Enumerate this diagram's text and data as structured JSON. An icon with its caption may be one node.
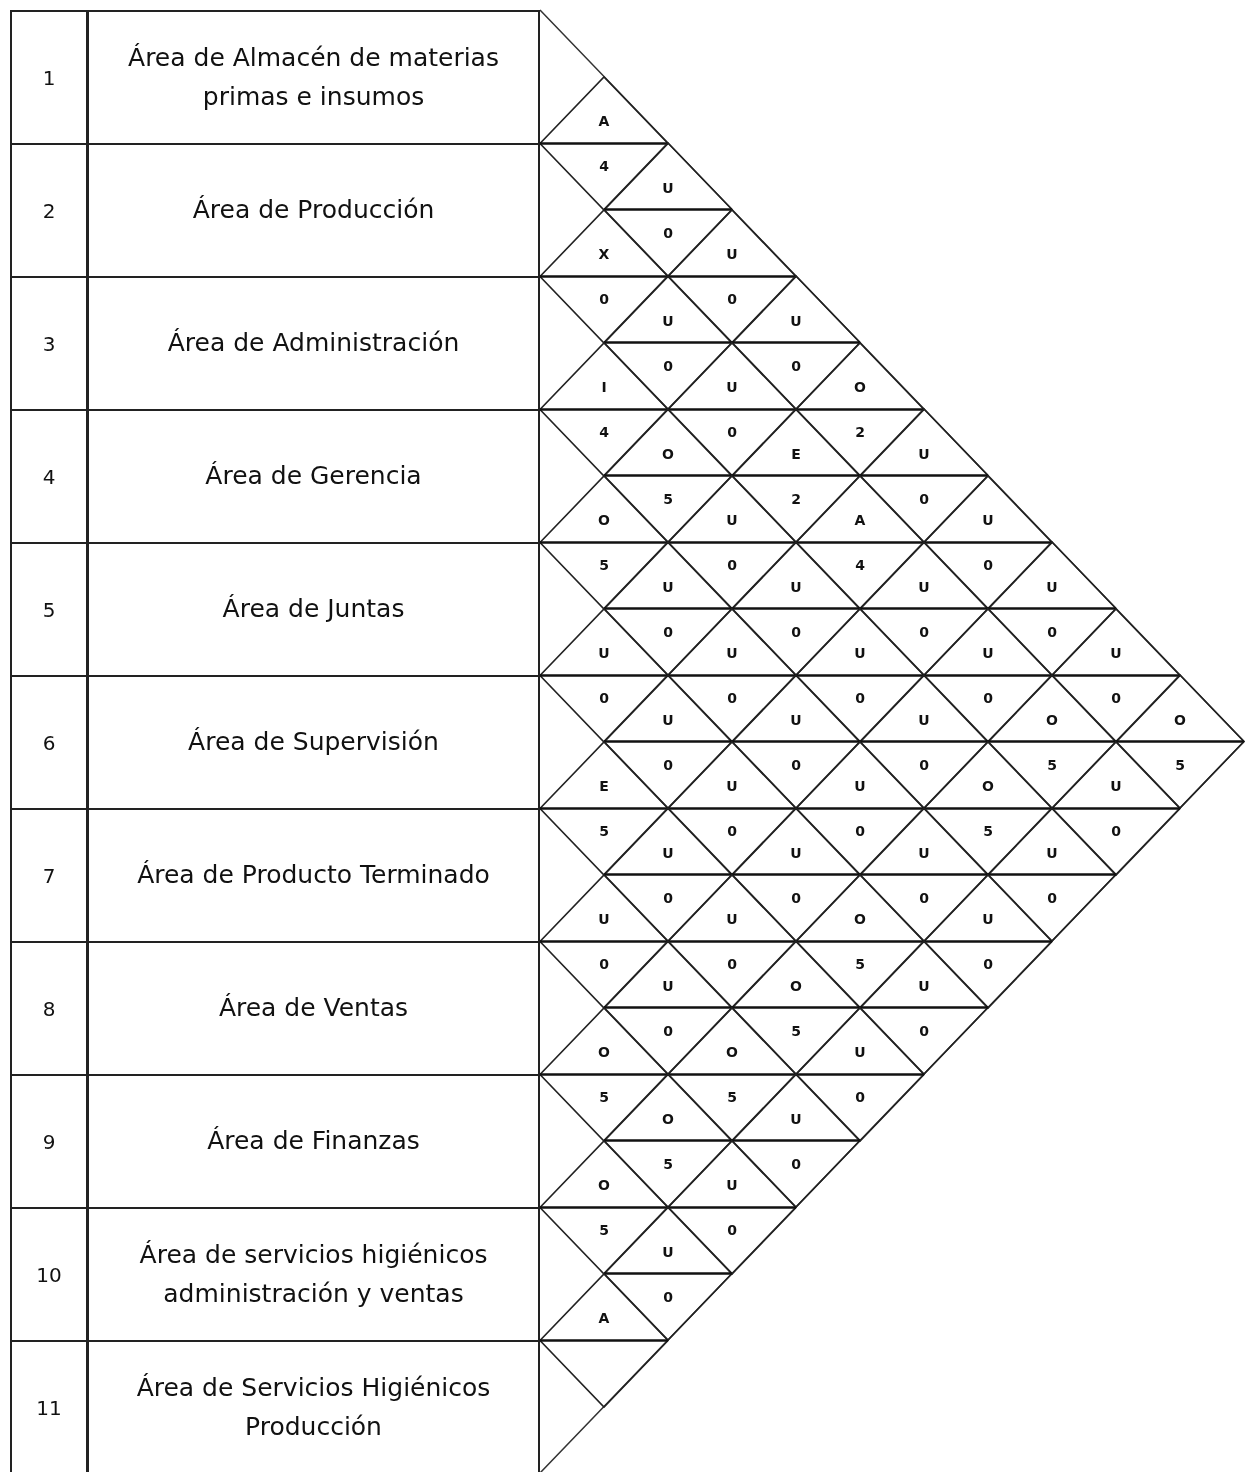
{
  "diagram": {
    "nodes": [
      {
        "text": [
          "1",
          "Área de Almacén de materias primas e insumos"
        ]
      },
      {
        "text": [
          "2",
          "Área de Producción"
        ]
      },
      {
        "text": [
          "3",
          "Área de Administración"
        ]
      },
      {
        "text": [
          "4",
          "Área de Gerencia"
        ]
      },
      {
        "text": [
          "5",
          "Área de Juntas"
        ]
      },
      {
        "text": [
          "6",
          "Área de Supervisión"
        ]
      },
      {
        "text": [
          "7",
          "Área de Producto Terminado"
        ]
      },
      {
        "text": [
          "8",
          "Área de Ventas"
        ]
      },
      {
        "text": [
          "9",
          "Área de Finanzas"
        ]
      },
      {
        "text": [
          "10",
          "Área de servicios higiénicos administración y ventas"
        ]
      },
      {
        "text": [
          "11",
          "Área de Servicios Higiénicos Producción"
        ]
      },
      {
        "text": [
          "A",
          "4"
        ]
      },
      {
        "text": [
          "U",
          "0"
        ]
      },
      {
        "text": [
          "X",
          "0"
        ]
      },
      {
        "text": [
          "U",
          "0"
        ]
      },
      {
        "text": [
          "U",
          "0"
        ]
      },
      {
        "text": [
          "U",
          "0"
        ]
      },
      {
        "text": [
          "I",
          "4"
        ]
      },
      {
        "text": [
          "U",
          "0"
        ]
      },
      {
        "text": [
          "O",
          "2"
        ]
      },
      {
        "text": [
          "O",
          "5"
        ]
      },
      {
        "text": [
          "E",
          "2"
        ]
      },
      {
        "text": [
          "U",
          "0"
        ]
      },
      {
        "text": [
          "O",
          "5"
        ]
      },
      {
        "text": [
          "U",
          "0"
        ]
      },
      {
        "text": [
          "A",
          "4"
        ]
      },
      {
        "text": [
          "U",
          "0"
        ]
      },
      {
        "text": [
          "U",
          "0"
        ]
      },
      {
        "text": [
          "U",
          "0"
        ]
      },
      {
        "text": [
          "U",
          "0"
        ]
      },
      {
        "text": [
          "U",
          "0"
        ]
      },
      {
        "text": [
          "U",
          "0"
        ]
      },
      {
        "text": [
          "U",
          "0"
        ]
      },
      {
        "text": [
          "U",
          "0"
        ]
      },
      {
        "text": [
          "U",
          "0"
        ]
      },
      {
        "text": [
          "U",
          "0"
        ]
      },
      {
        "text": [
          "U",
          "0"
        ]
      },
      {
        "text": [
          "U",
          "0"
        ]
      },
      {
        "text": [
          "U",
          "0"
        ]
      },
      {
        "text": [
          "O",
          "5"
        ]
      },
      {
        "text": [
          "O",
          "5"
        ]
      },
      {
        "text": [
          "E",
          "5"
        ]
      },
      {
        "text": [
          "U",
          "0"
        ]
      },
      {
        "text": [
          "U",
          "0"
        ]
      },
      {
        "text": [
          "O",
          "5"
        ]
      },
      {
        "text": [
          "U",
          "0"
        ]
      },
      {
        "text": [
          "U",
          "0"
        ]
      },
      {
        "text": [
          "U",
          "0"
        ]
      },
      {
        "text": [
          "U",
          "0"
        ]
      },
      {
        "text": [
          "U",
          "0"
        ]
      },
      {
        "text": [
          "U",
          "0"
        ]
      },
      {
        "text": [
          "U",
          "0"
        ]
      },
      {
        "text": [
          "O",
          "5"
        ]
      },
      {
        "text": [
          "U",
          "0"
        ]
      },
      {
        "text": [
          "U",
          "0"
        ]
      },
      {
        "text": [
          "O",
          "5"
        ]
      },
      {
        "text": [
          "U",
          "0"
        ]
      },
      {
        "text": [
          "O",
          "5"
        ]
      },
      {
        "text": [
          "O",
          "5"
        ]
      },
      {
        "text": [
          "U",
          "0"
        ]
      },
      {
        "text": [
          "O",
          "5"
        ]
      },
      {
        "text": [
          "U",
          "0"
        ]
      },
      {
        "text": [
          "O",
          "5"
        ]
      },
      {
        "text": [
          "U",
          "0"
        ]
      },
      {
        "text": [
          "U",
          "0"
        ]
      },
      {
        "text": [
          "A"
        ]
      }
    ]
  }
}
